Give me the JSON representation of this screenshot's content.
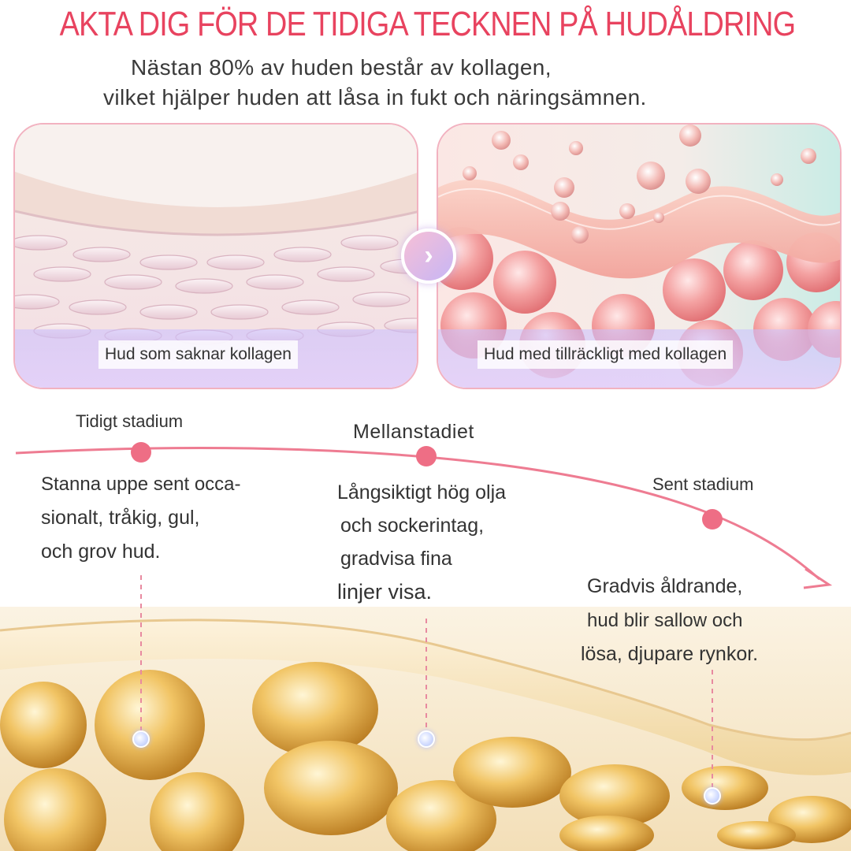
{
  "headline": "AKTA DIG FÖR DE TIDIGA TECKNEN PÅ HUDÅLDRING",
  "intro": [
    "Nästan 80% av huden består av kollagen,",
    "vilket hjälper huden att låsa in fukt och näringsämnen."
  ],
  "panels": {
    "left_caption": "Hud som saknar kollagen",
    "right_caption": "Hud med tillräckligt med kollagen"
  },
  "stages": [
    {
      "title": "Tidigt stadium",
      "lines": [
        "Stanna uppe sent occa-",
        "sionalt, tråkig, gul,",
        "och grov hud."
      ]
    },
    {
      "title": "Mellanstadiet",
      "lines": [
        "Långsiktigt hög olja",
        "och sockerintag,",
        "gradvisa fina",
        "linjer visa."
      ]
    },
    {
      "title": "Sent stadium",
      "lines": [
        "Gradvis åldrande,",
        "hud blir sallow och",
        "lösa, djupare rynkor."
      ]
    }
  ],
  "colors": {
    "headline": "#e8435f",
    "timeline": "#ee7c92",
    "stage_dot": "#ee6e85",
    "panel_border": "#f2b2c0"
  },
  "icons": {
    "compare_arrow": "chevron-right-icon"
  }
}
